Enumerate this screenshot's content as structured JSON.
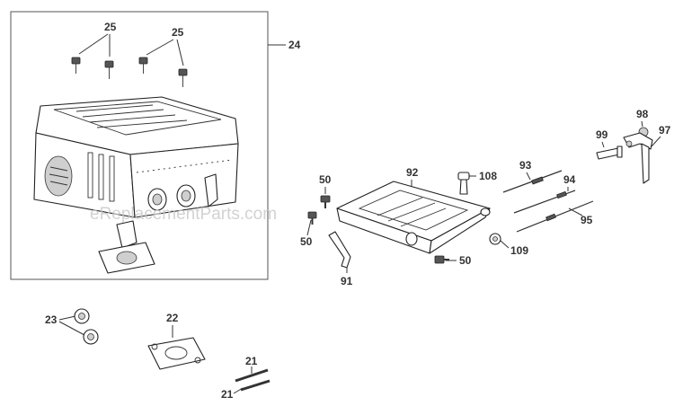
{
  "watermark": "eReplacementParts.com",
  "callouts": {
    "c24": "24",
    "c25a": "25",
    "c25b": "25",
    "c22": "22",
    "c23": "23",
    "c21a": "21",
    "c21b": "21",
    "c50a": "50",
    "c50b": "50",
    "c50c": "50",
    "c91": "91",
    "c92": "92",
    "c108": "108",
    "c93": "93",
    "c94": "94",
    "c95": "95",
    "c109": "109",
    "c99": "99",
    "c98": "98",
    "c97": "97"
  },
  "colors": {
    "line": "#222222",
    "label": "#333333",
    "fill_light": "#cfcfcf",
    "fill_dark": "#555555",
    "watermark": "#c8c8c8"
  }
}
